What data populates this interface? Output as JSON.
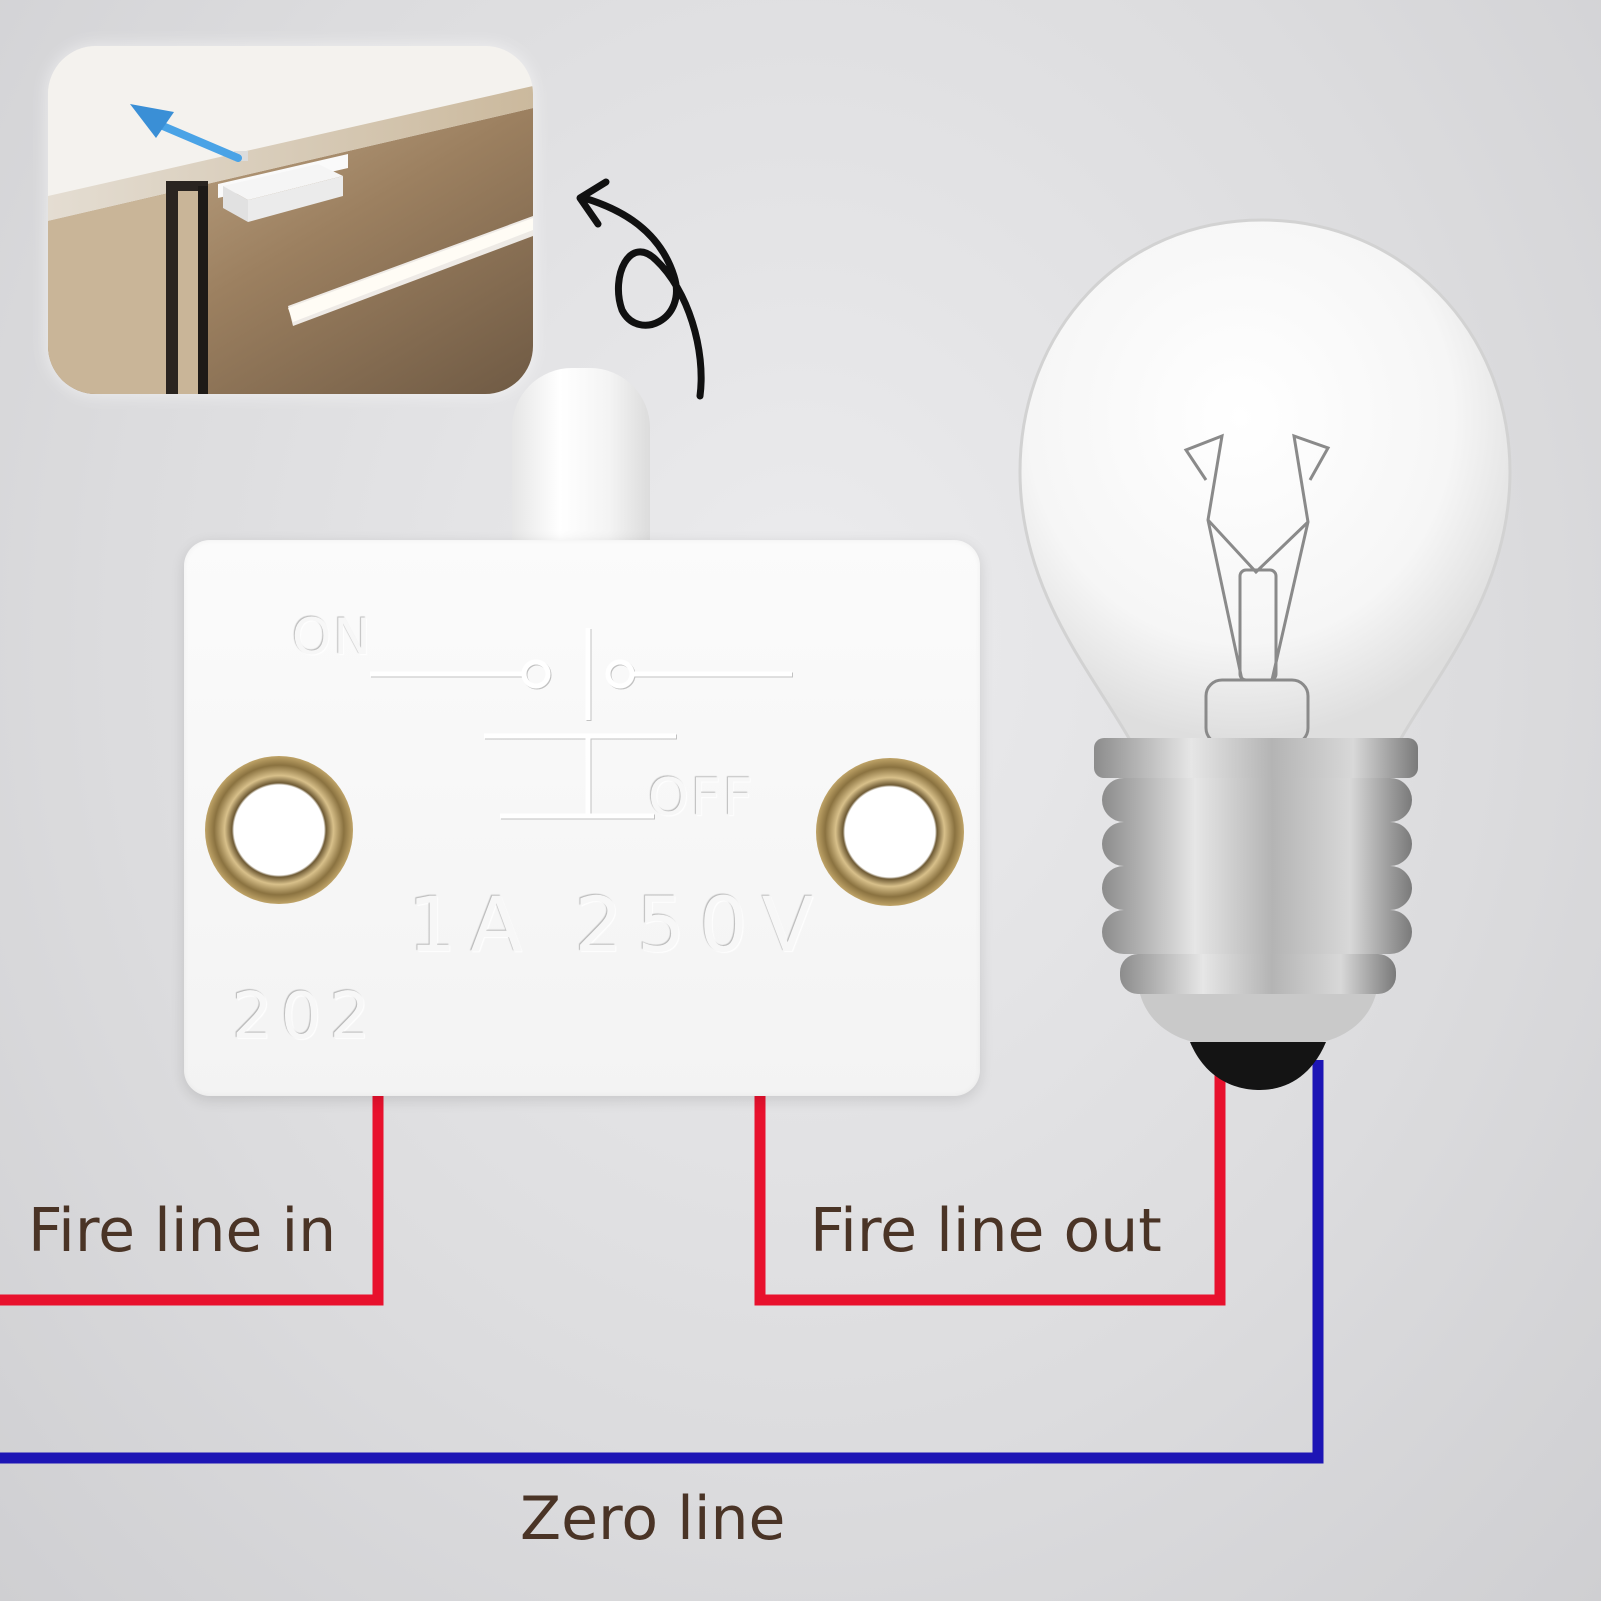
{
  "switch": {
    "on_label": "ON",
    "off_label": "OFF",
    "rating": "1A 250V",
    "model": "202"
  },
  "wiring": {
    "fire_in_label": "Fire line in",
    "fire_out_label": "Fire line out",
    "zero_label": "Zero line"
  },
  "colors": {
    "fire_line": "#e8112d",
    "zero_line": "#1d15b5",
    "label_text": "#4a3426"
  }
}
